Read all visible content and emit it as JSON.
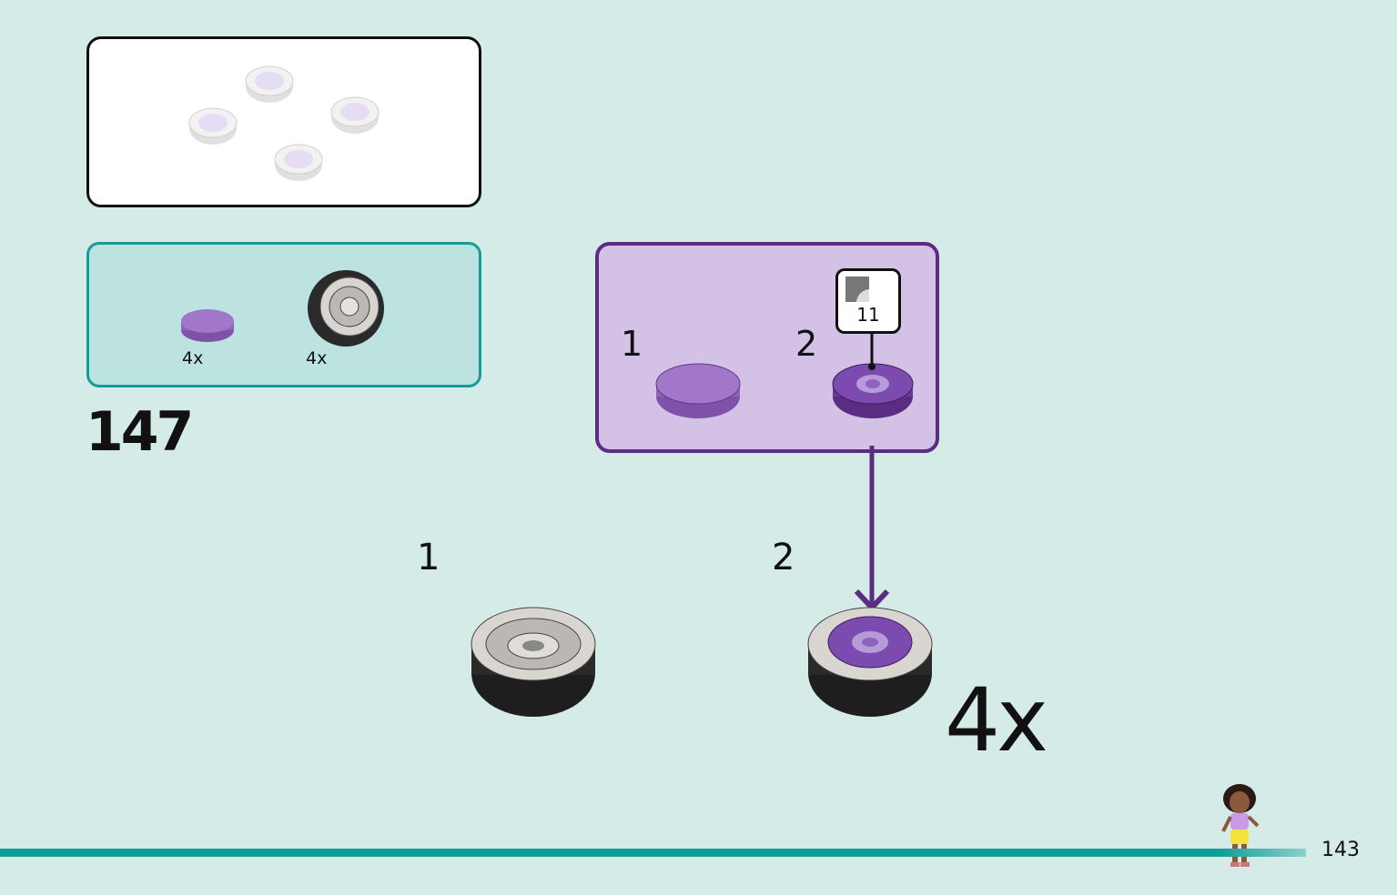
{
  "page": {
    "number": "143"
  },
  "step": {
    "number": "147",
    "multiplier": "4x"
  },
  "parts_list": [
    {
      "name": "purple round tile",
      "qty": "4x"
    },
    {
      "name": "wheel with tire",
      "qty": "4x"
    }
  ],
  "sub_assembly": {
    "steps": [
      {
        "number": "1"
      },
      {
        "number": "2"
      }
    ],
    "sticker": {
      "number": "11"
    }
  },
  "main_steps": [
    {
      "number": "1"
    },
    {
      "number": "2"
    }
  ],
  "colors": {
    "background": "#d5ebe8",
    "teal": "#139c98",
    "purple_border": "#5a2d82",
    "purple_part": "#a277c9"
  }
}
